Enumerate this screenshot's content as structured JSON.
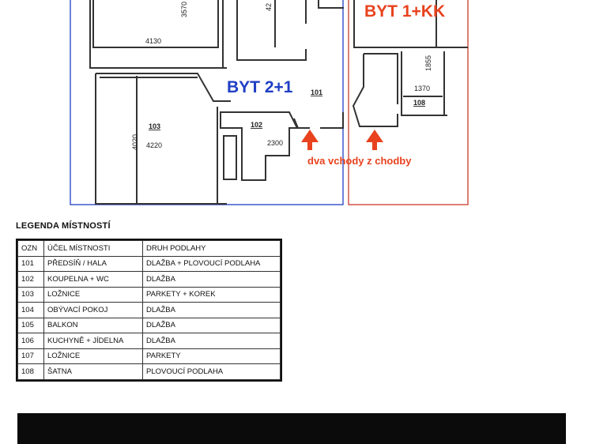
{
  "apartments": {
    "left_label": "BYT 2+1",
    "right_label": "BYT 1+KK",
    "entrance_note": "dva vchody z chodby",
    "colors": {
      "blue": "#1f3fc4",
      "red": "#e8421e",
      "wall": "#333333"
    }
  },
  "plan_labels": {
    "dim_3570": "3570",
    "dim_4130": "4130",
    "dim_42": "42",
    "dim_1855": "1855",
    "dim_1370": "1370",
    "dim_4020": "4020",
    "dim_4220": "4220",
    "dim_2300": "2300",
    "room_101": "101",
    "room_102": "102",
    "room_103": "103",
    "room_108": "108"
  },
  "legend": {
    "title": "LEGENDA MÍSTNOSTÍ",
    "headers": [
      "OZN",
      "ÚČEL MÍSTNOSTI",
      "DRUH PODLAHY"
    ],
    "rows": [
      [
        "101",
        "PŘEDSÍŇ / HALA",
        "DLAŽBA + PLOVOUCÍ PODLAHA"
      ],
      [
        "102",
        "KOUPELNA + WC",
        "DLAŽBA"
      ],
      [
        "103",
        "LOŽNICE",
        "PARKETY + KOREK"
      ],
      [
        "104",
        "OBÝVACÍ POKOJ",
        "DLAŽBA"
      ],
      [
        "105",
        "BALKON",
        "DLAŽBA"
      ],
      [
        "106",
        "KUCHYNĚ + JÍDELNA",
        "DLAŽBA"
      ],
      [
        "107",
        "LOŽNICE",
        "PARKETY"
      ],
      [
        "108",
        "ŠATNA",
        "PLOVOUCÍ PODLAHA"
      ]
    ]
  }
}
